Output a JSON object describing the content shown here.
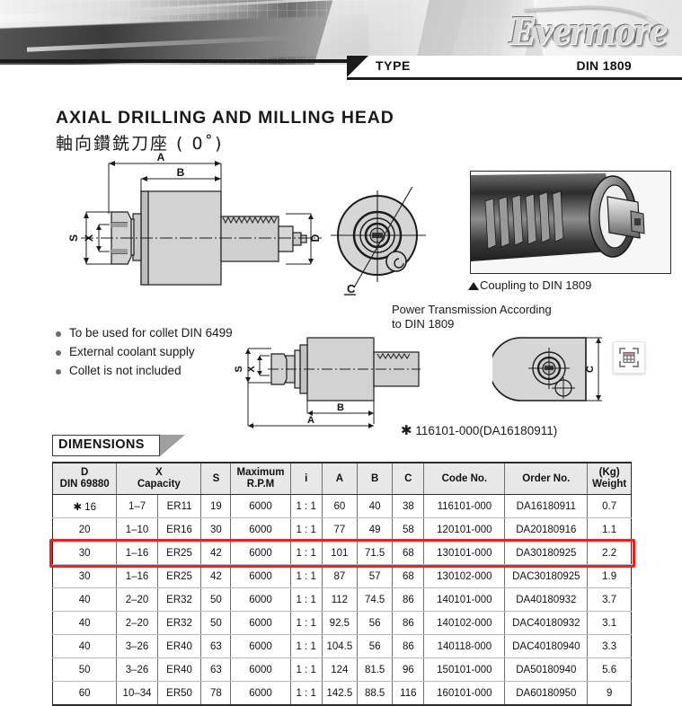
{
  "header": {
    "brand": "Evermore",
    "type_label": "TYPE",
    "type_value": "DIN 1809"
  },
  "title": {
    "english": "AXIAL DRILLING AND MILLING HEAD",
    "chinese": "軸向鑽銑刀座 ( 0˚)"
  },
  "bullets": [
    "To be used for collet DIN 6499",
    "External coolant supply",
    "Collet is not included"
  ],
  "notes": {
    "coupling": "Coupling to DIN 1809",
    "power_transmission_line1": "Power Transmission According",
    "power_transmission_line2": "to DIN 1809",
    "footnote": "116101-000(DA16180911)",
    "footnote_star": "✱"
  },
  "drawing_labels": {
    "main": [
      "A",
      "B",
      "S",
      "X",
      "D"
    ],
    "section": [
      "C"
    ],
    "alt": [
      "S",
      "X",
      "A",
      "B"
    ],
    "endview": [
      "C"
    ]
  },
  "icons": {
    "table_extract": "table-extract-icon"
  },
  "dimensions_banner": "DIMENSIONS",
  "colors": {
    "highlight": "#ff1a1a",
    "header_bg": "#e8e8e8",
    "rule": "#2b2b2b"
  },
  "table": {
    "headers": [
      {
        "line1": "D",
        "line2": "DIN 69880"
      },
      {
        "line1": "X",
        "line2": "Capacity",
        "span": 2
      },
      {
        "line1": "S",
        "line2": ""
      },
      {
        "line1": "Maximum",
        "line2": "R.P.M"
      },
      {
        "line1": "i",
        "line2": ""
      },
      {
        "line1": "A",
        "line2": ""
      },
      {
        "line1": "B",
        "line2": ""
      },
      {
        "line1": "C",
        "line2": ""
      },
      {
        "line1": "Code No.",
        "line2": ""
      },
      {
        "line1": "Order No.",
        "line2": ""
      },
      {
        "line1": "(Kg)",
        "line2": "Weight"
      }
    ],
    "rows": [
      {
        "d": "✱ 16",
        "x_range": "1–7",
        "x_er": "ER11",
        "s": "19",
        "rpm": "6000",
        "i": "1 : 1",
        "a": "60",
        "b": "40",
        "c": "38",
        "code": "116101-000",
        "order": "DA16180911",
        "weight": "0.7",
        "highlight": false
      },
      {
        "d": "20",
        "x_range": "1–10",
        "x_er": "ER16",
        "s": "30",
        "rpm": "6000",
        "i": "1 : 1",
        "a": "77",
        "b": "49",
        "c": "58",
        "code": "120101-000",
        "order": "DA20180916",
        "weight": "1.1",
        "highlight": false
      },
      {
        "d": "30",
        "x_range": "1–16",
        "x_er": "ER25",
        "s": "42",
        "rpm": "6000",
        "i": "1 : 1",
        "a": "101",
        "b": "71.5",
        "c": "68",
        "code": "130101-000",
        "order": "DA30180925",
        "weight": "2.2",
        "highlight": true
      },
      {
        "d": "30",
        "x_range": "1–16",
        "x_er": "ER25",
        "s": "42",
        "rpm": "6000",
        "i": "1 : 1",
        "a": "87",
        "b": "57",
        "c": "68",
        "code": "130102-000",
        "order": "DAC30180925",
        "weight": "1.9",
        "highlight": false
      },
      {
        "d": "40",
        "x_range": "2–20",
        "x_er": "ER32",
        "s": "50",
        "rpm": "6000",
        "i": "1 : 1",
        "a": "112",
        "b": "74.5",
        "c": "86",
        "code": "140101-000",
        "order": "DA40180932",
        "weight": "3.7",
        "highlight": false
      },
      {
        "d": "40",
        "x_range": "2–20",
        "x_er": "ER32",
        "s": "50",
        "rpm": "6000",
        "i": "1 : 1",
        "a": "92.5",
        "b": "56",
        "c": "86",
        "code": "140102-000",
        "order": "DAC40180932",
        "weight": "3.1",
        "highlight": false
      },
      {
        "d": "40",
        "x_range": "3–26",
        "x_er": "ER40",
        "s": "63",
        "rpm": "6000",
        "i": "1 : 1",
        "a": "104.5",
        "b": "56",
        "c": "86",
        "code": "140118-000",
        "order": "DAC40180940",
        "weight": "3.3",
        "highlight": false
      },
      {
        "d": "50",
        "x_range": "3–26",
        "x_er": "ER40",
        "s": "63",
        "rpm": "6000",
        "i": "1 : 1",
        "a": "124",
        "b": "81.5",
        "c": "96",
        "code": "150101-000",
        "order": "DA50180940",
        "weight": "5.6",
        "highlight": false
      },
      {
        "d": "60",
        "x_range": "10–34",
        "x_er": "ER50",
        "s": "78",
        "rpm": "6000",
        "i": "1 : 1",
        "a": "142.5",
        "b": "88.5",
        "c": "116",
        "code": "160101-000",
        "order": "DA60180950",
        "weight": "9",
        "highlight": false
      }
    ]
  }
}
